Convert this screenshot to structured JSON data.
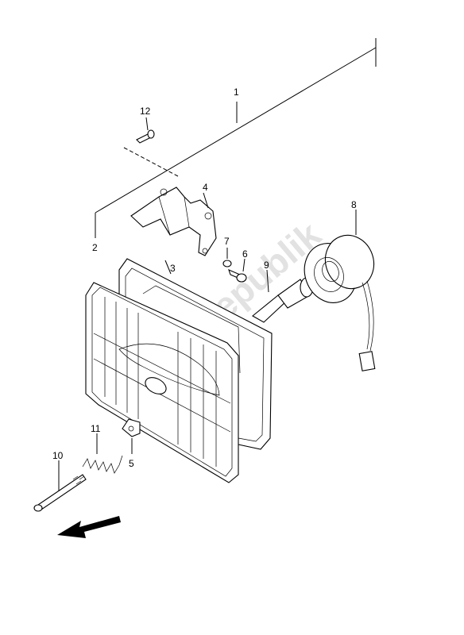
{
  "watermark": "PartsRepublik",
  "callouts": {
    "p1": "1",
    "p2": "2",
    "p3": "3",
    "p4": "4",
    "p5": "5",
    "p6": "6",
    "p7": "7",
    "p8": "8",
    "p9": "9",
    "p10": "10",
    "p11": "11",
    "p12": "12"
  }
}
